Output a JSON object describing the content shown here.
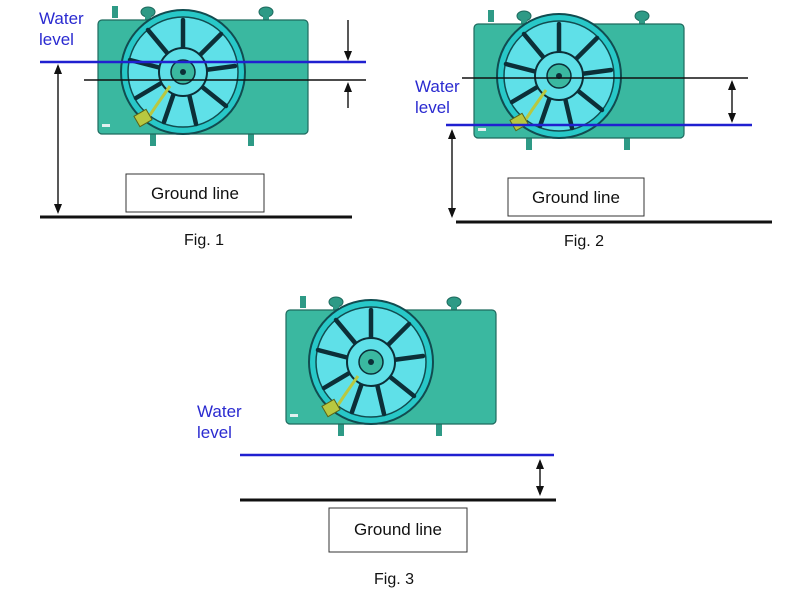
{
  "figures": [
    {
      "water_level_label": [
        "Water",
        "level"
      ],
      "ground_label": "Ground line",
      "caption": "Fig. 1"
    },
    {
      "water_level_label": [
        "Water",
        "level"
      ],
      "ground_label": "Ground line",
      "caption": "Fig. 2"
    },
    {
      "water_level_label": [
        "Water",
        "level"
      ],
      "ground_label": "Ground line",
      "caption": "Fig. 3"
    }
  ],
  "colors": {
    "radiator_body": "#3ab8a0",
    "fan_shroud": "#28c8c8",
    "fan_fill": "#5fe0e8",
    "water_line": "#2020d0",
    "ground_line": "#111111",
    "connector": "#b8c840"
  },
  "icons": [
    "radiator-fan-assembly",
    "double-arrow"
  ]
}
